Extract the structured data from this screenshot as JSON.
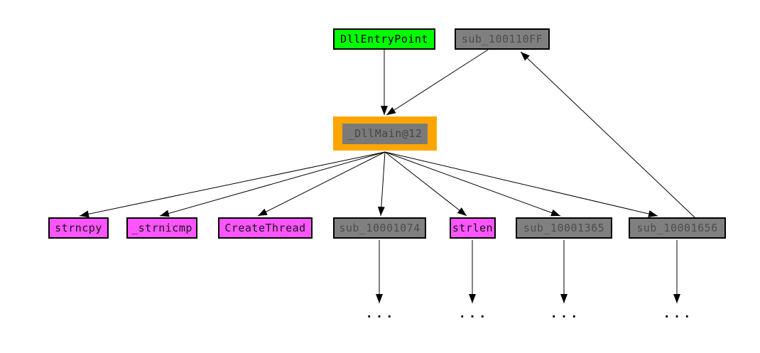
{
  "app": {
    "kind": "call-graph-viewer",
    "background_color": "#ffffff"
  },
  "colors": {
    "entry_node_fill": "#00ff00",
    "library_node_fill": "#ff55ff",
    "regular_node_fill": "#808080",
    "regular_node_text": "#4d4d4d",
    "highlight_fill": "#ffa500",
    "edge_color": "#000000"
  },
  "graph": {
    "nodes": [
      {
        "id": "DllEntryPoint",
        "label": "DllEntryPoint",
        "type": "entry"
      },
      {
        "id": "sub_100110FF",
        "label": "sub_100110FF",
        "type": "regular"
      },
      {
        "id": "_DllMain@12",
        "label": "_DllMain@12",
        "type": "regular",
        "highlighted": true
      },
      {
        "id": "strncpy",
        "label": "strncpy",
        "type": "library"
      },
      {
        "id": "_strnicmp",
        "label": "_strnicmp",
        "type": "library"
      },
      {
        "id": "CreateThread",
        "label": "CreateThread",
        "type": "library"
      },
      {
        "id": "sub_10001074",
        "label": "sub_10001074",
        "type": "regular"
      },
      {
        "id": "strlen",
        "label": "strlen",
        "type": "library"
      },
      {
        "id": "sub_10001365",
        "label": "sub_10001365",
        "type": "regular"
      },
      {
        "id": "sub_10001656",
        "label": "sub_10001656",
        "type": "regular"
      }
    ],
    "edges": [
      {
        "from": "DllEntryPoint",
        "to": "_DllMain@12"
      },
      {
        "from": "sub_100110FF",
        "to": "_DllMain@12"
      },
      {
        "from": "sub_10001656",
        "to": "sub_100110FF"
      },
      {
        "from": "_DllMain@12",
        "to": "strncpy"
      },
      {
        "from": "_DllMain@12",
        "to": "_strnicmp"
      },
      {
        "from": "_DllMain@12",
        "to": "CreateThread"
      },
      {
        "from": "_DllMain@12",
        "to": "sub_10001074"
      },
      {
        "from": "_DllMain@12",
        "to": "strlen"
      },
      {
        "from": "_DllMain@12",
        "to": "sub_10001365"
      },
      {
        "from": "_DllMain@12",
        "to": "sub_10001656"
      },
      {
        "from": "sub_10001074",
        "to": "truncated"
      },
      {
        "from": "strlen",
        "to": "truncated"
      },
      {
        "from": "sub_10001365",
        "to": "truncated"
      },
      {
        "from": "sub_10001656",
        "to": "truncated"
      }
    ],
    "ellipsis": "..."
  }
}
